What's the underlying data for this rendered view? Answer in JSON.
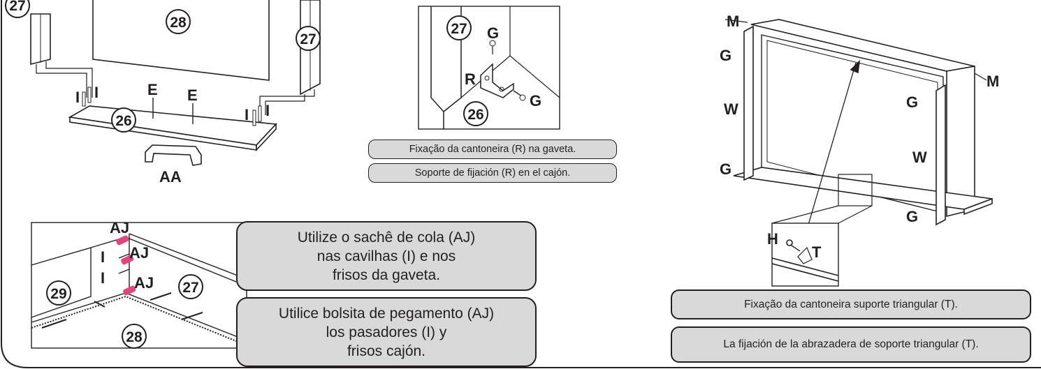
{
  "parts": {
    "p26": "26",
    "p27": "27",
    "p28": "28",
    "p29": "29"
  },
  "hardware": {
    "I": "I",
    "E": "E",
    "AA": "AA",
    "G": "G",
    "R": "R",
    "AJ": "AJ",
    "M": "M",
    "W": "W",
    "H": "H",
    "T": "T"
  },
  "captions": {
    "bracket_pt": "Fixação da cantoneira (R) na gaveta.",
    "bracket_es": "Soporte de fijación (R) en el cajón.",
    "glue_pt": "Utilize o sachê de cola (AJ)\nnas cavilhas (I) e nos\nfrisos da gaveta.",
    "glue_es": "Utilice bolsita de pegamento (AJ)\nlos pasadores (I) y\nfrisos cajón.",
    "triangle_pt": "Fixação da cantoneira suporte triangular (T).",
    "triangle_es": "La fijación de la abrazadera de soporte triangular (T)."
  },
  "colors": {
    "line": "#231f20",
    "caption_fill": "#d9d9d9",
    "glue": "#e0457b"
  }
}
